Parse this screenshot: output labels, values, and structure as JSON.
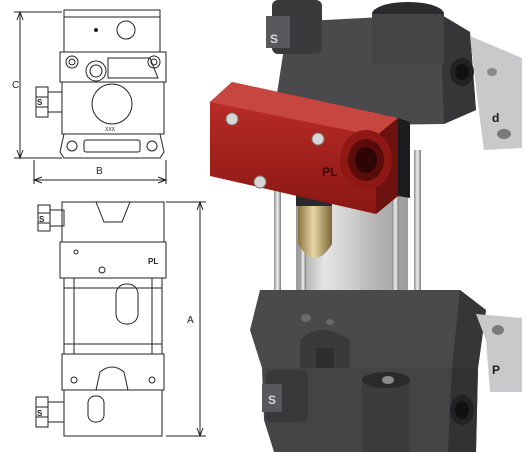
{
  "dimensions": {
    "c": "C",
    "b": "B",
    "a": "A"
  },
  "front_view": {
    "label_s": "S",
    "engraving": "XXX"
  },
  "side_view": {
    "label_s_top": "S",
    "label_pl": "PL",
    "label_s_bottom": "S"
  },
  "render": {
    "label_s_top": "S",
    "label_d": "d",
    "label_pl": "PL",
    "label_s_bottom": "S",
    "label_p": "P"
  },
  "colors": {
    "body": "#4a4a4c",
    "body_dark": "#2e2e30",
    "body_light": "#66666a",
    "head": "#a0201c",
    "head_dark": "#6e1210",
    "barrel": "#c9c9c9",
    "bracket": "#d8d8d8",
    "line": "#222222"
  }
}
